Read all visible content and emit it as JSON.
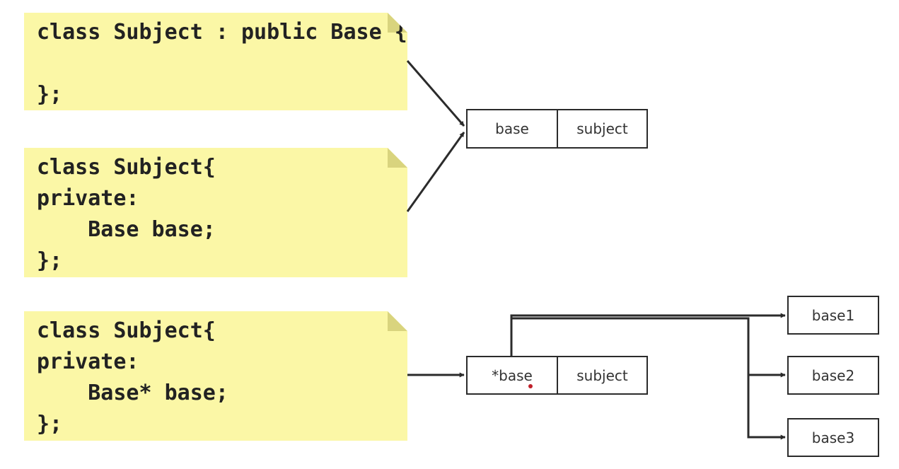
{
  "notes": [
    {
      "code": "class Subject : public Base {\n\n};"
    },
    {
      "code": "class Subject{\nprivate:\n    Base base;\n};"
    },
    {
      "code": "class Subject{\nprivate:\n    Base* base;\n};"
    }
  ],
  "layout_top": {
    "cells": [
      "base",
      "subject"
    ]
  },
  "layout_bottom": {
    "cells": [
      "*base",
      "subject"
    ]
  },
  "targets": [
    "base1",
    "base2",
    "base3"
  ],
  "colors": {
    "note_fill": "#fbf7a6",
    "note_fold": "#d9d47e",
    "line": "#2b2b2b",
    "marker": "#c0202a"
  }
}
